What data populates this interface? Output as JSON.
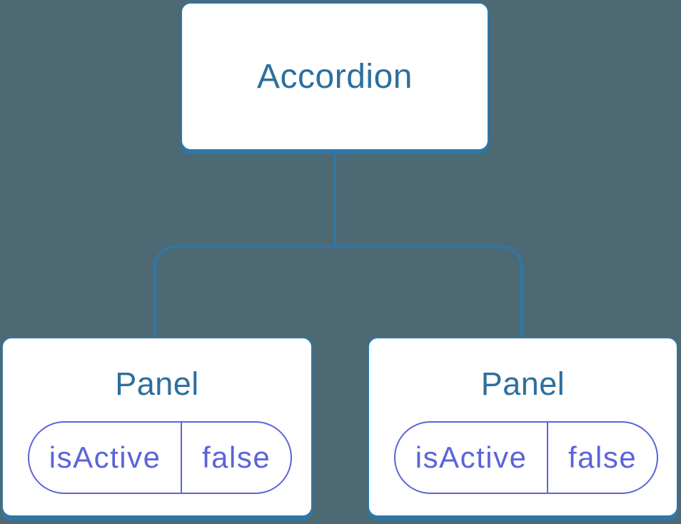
{
  "colors": {
    "canvas_bg": "#4D6973",
    "box_bg": "#FFFFFF",
    "line_blue": "#2F76A9",
    "title_blue": "#2D6F9E",
    "pill_border": "#5B64D9",
    "pill_text": "#5A64DA"
  },
  "tree": {
    "root": {
      "label": "Accordion"
    },
    "children": [
      {
        "label": "Panel",
        "state": {
          "key": "isActive",
          "value": "false"
        }
      },
      {
        "label": "Panel",
        "state": {
          "key": "isActive",
          "value": "false"
        }
      }
    ]
  }
}
